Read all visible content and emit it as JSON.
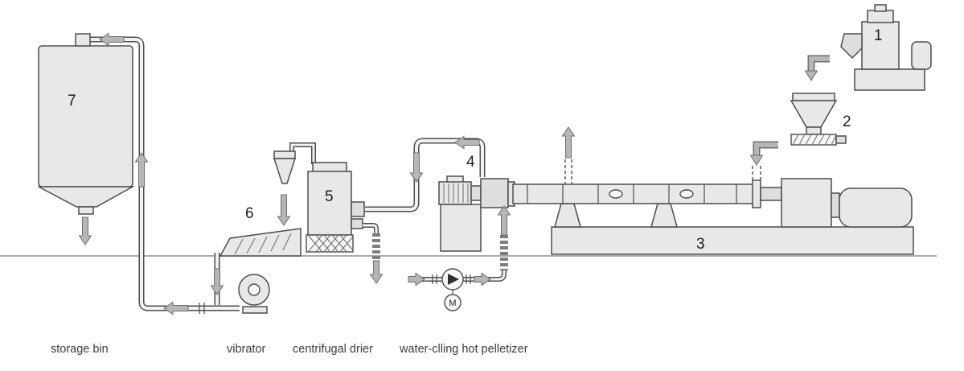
{
  "diagram": {
    "machine_numbers": {
      "mixer": "1",
      "feed_hopper": "2",
      "extruder_base": "3",
      "pelletizer": "4",
      "centrifugal_drier": "5",
      "vibrator": "6",
      "storage_bin": "7"
    },
    "captions": {
      "storage_bin": "storage bin",
      "vibrator": "vibrator",
      "centrifugal_drier": "centrifugal drier",
      "pelletizer": "water-clling hot pelletizer"
    },
    "pump_motor_label": "M",
    "colors": {
      "machine_fill": "#e8e8e8",
      "outline": "#4d4d4d",
      "arrow_fill": "#b6b6b6",
      "background": "#ffffff"
    }
  }
}
